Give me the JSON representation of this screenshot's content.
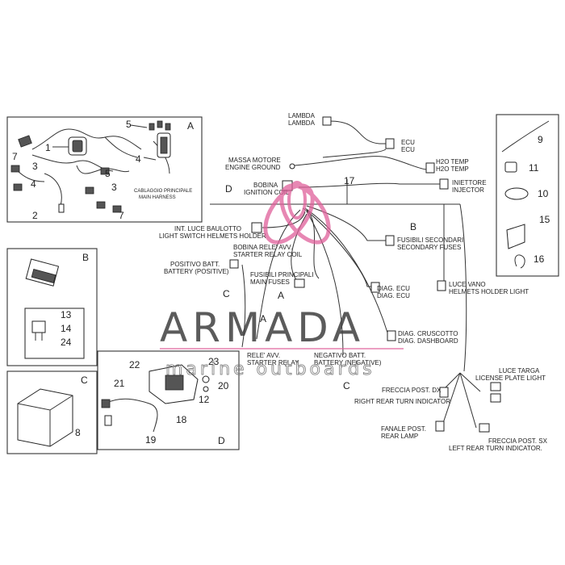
{
  "diagram": {
    "boxes": {
      "box_a": {
        "section": "A",
        "numbers": [
          "1",
          "2",
          "3",
          "3",
          "4",
          "4",
          "5",
          "6",
          "7",
          "7"
        ],
        "caption1": "CABLAGGIO PRINCIPALE",
        "caption2": "MAIN HARNESS"
      },
      "box_b_top": {
        "section": "B"
      },
      "box_b_fuses": {
        "n13": "13",
        "n14": "14",
        "n24": "24"
      },
      "box_c": {
        "section": "C",
        "n8": "8"
      },
      "box_d": {
        "section": "D",
        "numbers": [
          "22",
          "23",
          "21",
          "20",
          "12",
          "18",
          "19"
        ]
      },
      "box_right": {
        "numbers": [
          "9",
          "11",
          "10",
          "15",
          "16"
        ]
      }
    },
    "labels": {
      "lambda1": "LAMBDA",
      "lambda2": "LAMBDA",
      "ecu1": "ECU",
      "ecu2": "ECU",
      "massa1": "MASSA MOTORE",
      "massa2": "ENGINE GROUND",
      "h2o1": "H2O TEMP",
      "h2o2": "H2O TEMP",
      "bobina1": "BOBINA",
      "bobina2": "IGNITION COIL",
      "iniet1": "INIETTORE",
      "iniet2": "INJECTOR",
      "int1": "INT. LUCE BAULOTTO",
      "int2": "LIGHT SWITCH HELMETS HOLDER",
      "relavv1": "BOBINA RELE' AVV.",
      "relavv2": "STARTER RELAY COIL",
      "fussec1": "FUSIBILI SECONDARI",
      "fussec2": "SECONDARY FUSES",
      "pos1": "POSITIVO BATT.",
      "pos2": "BATTERY (POSITIVE)",
      "fusprin1": "FUSIBILI PRINCIPALI",
      "fusprin2": "MAIN FUSES",
      "diagecu1": "DIAG. ECU",
      "diagecu2": "DIAG. ECU",
      "vano1": "LUCE VANO",
      "vano2": "HELMETS HOLDER LIGHT",
      "crusc1": "DIAG. CRUSCOTTO",
      "crusc2": "DIAG. DASHBOARD",
      "rele1": "RELE' AVV.",
      "rele2": "STARTER RELAY",
      "neg1": "NEGATIVO BATT.",
      "neg2": "BATTERY (NEGATIVE)",
      "targa1": "LUCE TARGA",
      "targa2": "LICENSE PLATE LIGHT",
      "frdx1": "FRECCIA POST. DX",
      "frdx2": "RIGHT REAR TURN INDICATOR",
      "fanale1": "FANALE POST.",
      "fanale2": "REAR LAMP",
      "frsx1": "FRECCIA POST. SX",
      "frsx2": "LEFT REAR TURN INDICATOR."
    },
    "section_letters": {
      "d": "D",
      "b": "B",
      "c1": "C",
      "c2": "C",
      "a1": "A",
      "a2": "A"
    },
    "ref_number": "17"
  },
  "watermark": {
    "brand": "ARMADA",
    "sub": "marine outboards",
    "accent_color": "#e0609a"
  }
}
